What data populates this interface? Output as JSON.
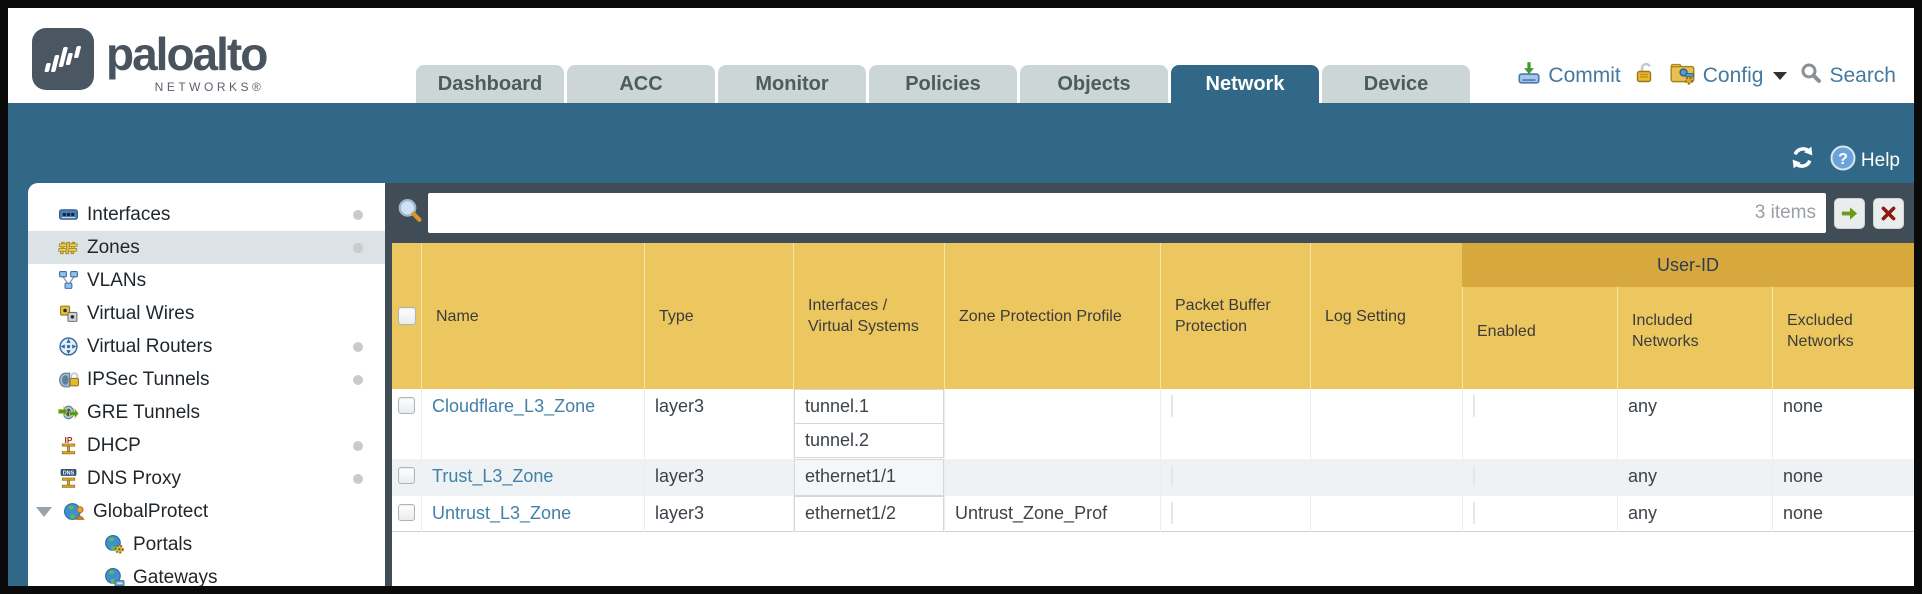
{
  "brand": {
    "name": "paloalto",
    "sub": "NETWORKS®"
  },
  "tabs": [
    {
      "label": "Dashboard",
      "active": false
    },
    {
      "label": "ACC",
      "active": false
    },
    {
      "label": "Monitor",
      "active": false
    },
    {
      "label": "Policies",
      "active": false
    },
    {
      "label": "Objects",
      "active": false
    },
    {
      "label": "Network",
      "active": true
    },
    {
      "label": "Device",
      "active": false
    }
  ],
  "header_actions": {
    "commit": "Commit",
    "config": "Config",
    "search": "Search"
  },
  "band": {
    "help": "Help"
  },
  "sidebar": {
    "items": [
      {
        "label": "Interfaces",
        "icon": "interfaces-icon",
        "dot": true
      },
      {
        "label": "Zones",
        "icon": "zones-icon",
        "dot": true,
        "selected": true
      },
      {
        "label": "VLANs",
        "icon": "vlans-icon",
        "dot": false
      },
      {
        "label": "Virtual Wires",
        "icon": "virtual-wires-icon",
        "dot": false
      },
      {
        "label": "Virtual Routers",
        "icon": "virtual-routers-icon",
        "dot": true
      },
      {
        "label": "IPSec Tunnels",
        "icon": "ipsec-tunnels-icon",
        "dot": true
      },
      {
        "label": "GRE Tunnels",
        "icon": "gre-tunnels-icon",
        "dot": false
      },
      {
        "label": "DHCP",
        "icon": "dhcp-icon",
        "dot": true
      },
      {
        "label": "DNS Proxy",
        "icon": "dns-proxy-icon",
        "dot": true
      },
      {
        "label": "GlobalProtect",
        "icon": "globalprotect-icon",
        "dot": false,
        "expanded": true
      },
      {
        "label": "Portals",
        "icon": "portals-icon",
        "dot": false,
        "child": true
      },
      {
        "label": "Gateways",
        "icon": "gateways-icon",
        "dot": false,
        "child": true
      }
    ]
  },
  "filter": {
    "value": "",
    "count": "3 items"
  },
  "table": {
    "group_header": "User-ID",
    "columns": [
      "Name",
      "Type",
      "Interfaces / Virtual Systems",
      "Zone Protection Profile",
      "Packet Buffer Protection",
      "Log Setting",
      "Enabled",
      "Included Networks",
      "Excluded Networks"
    ],
    "rows": [
      {
        "name": "Cloudflare_L3_Zone",
        "type": "layer3",
        "interfaces": [
          "tunnel.1",
          "tunnel.2"
        ],
        "zone_protection_profile": "",
        "log_setting": "",
        "included_networks": "any",
        "excluded_networks": "none"
      },
      {
        "name": "Trust_L3_Zone",
        "type": "layer3",
        "interfaces": [
          "ethernet1/1"
        ],
        "zone_protection_profile": "",
        "log_setting": "",
        "included_networks": "any",
        "excluded_networks": "none"
      },
      {
        "name": "Untrust_L3_Zone",
        "type": "layer3",
        "interfaces": [
          "ethernet1/2"
        ],
        "zone_protection_profile": "Untrust_Zone_Prof",
        "log_setting": "",
        "included_networks": "any",
        "excluded_networks": "none"
      }
    ]
  },
  "colors": {
    "accent_blue": "#316787",
    "header_gold": "#ecc75f",
    "userid_gold": "#d7a83e",
    "slate": "#414d56",
    "link_blue": "#4180a8"
  }
}
